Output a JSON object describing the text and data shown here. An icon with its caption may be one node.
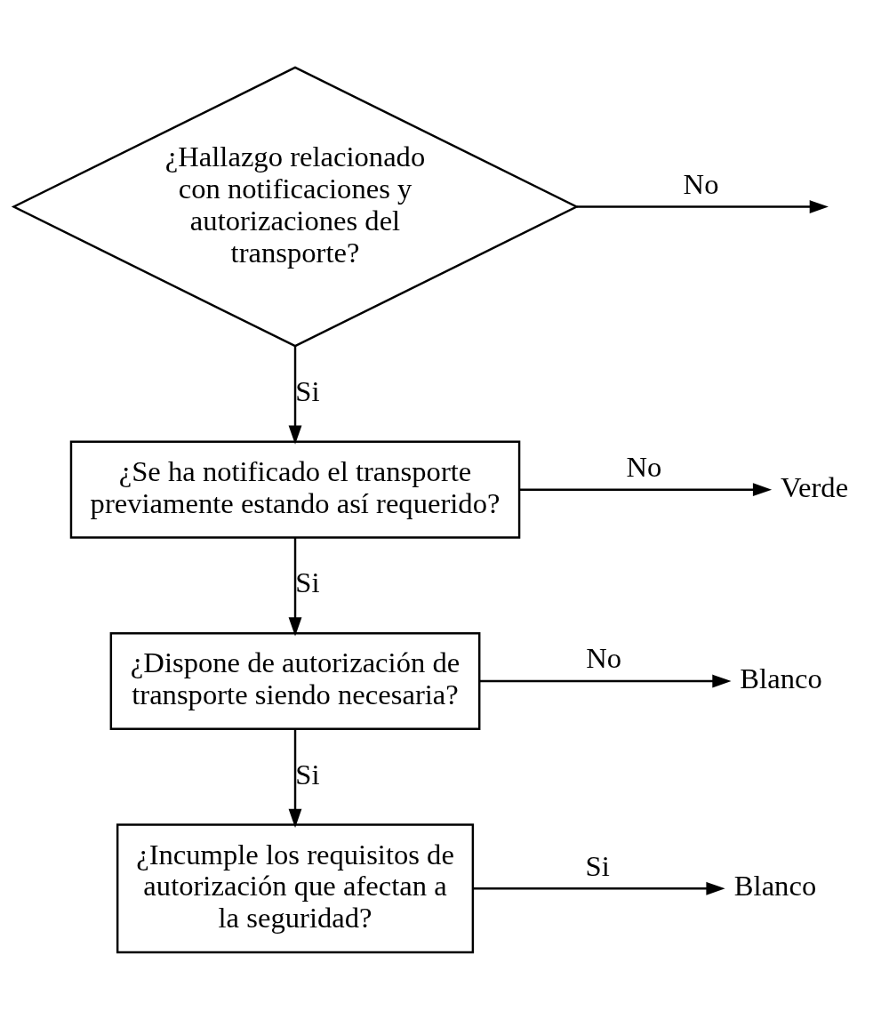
{
  "diagram": {
    "nodes": [
      {
        "text": [
          "¿Hallazgo relacionado con notificaciones y autorizaciones del transporte?"
        ]
      },
      {
        "text": [
          "¿Se ha notificado el transporte previamente estando así requerido?"
        ]
      },
      {
        "text": [
          "¿Dispone de autorización de transporte siendo necesaria?"
        ]
      },
      {
        "text": [
          "¿Incumple los requisitos de autorización que afectan a la seguridad?"
        ]
      },
      {
        "text": [
          "Verde"
        ]
      },
      {
        "text": [
          "Blanco"
        ]
      },
      {
        "text": [
          "Blanco"
        ]
      }
    ],
    "edges": [
      {
        "from": 0,
        "to": null,
        "arrow": "to",
        "label": "No"
      },
      {
        "from": 0,
        "to": 1,
        "arrow": "to",
        "label": "Si"
      },
      {
        "from": 1,
        "to": 4,
        "arrow": "to",
        "label": "No"
      },
      {
        "from": 1,
        "to": 2,
        "arrow": "to",
        "label": "Si"
      },
      {
        "from": 2,
        "to": 5,
        "arrow": "to",
        "label": "No"
      },
      {
        "from": 2,
        "to": 3,
        "arrow": "to",
        "label": "Si"
      },
      {
        "from": 3,
        "to": 6,
        "arrow": "to",
        "label": "Si"
      }
    ]
  }
}
